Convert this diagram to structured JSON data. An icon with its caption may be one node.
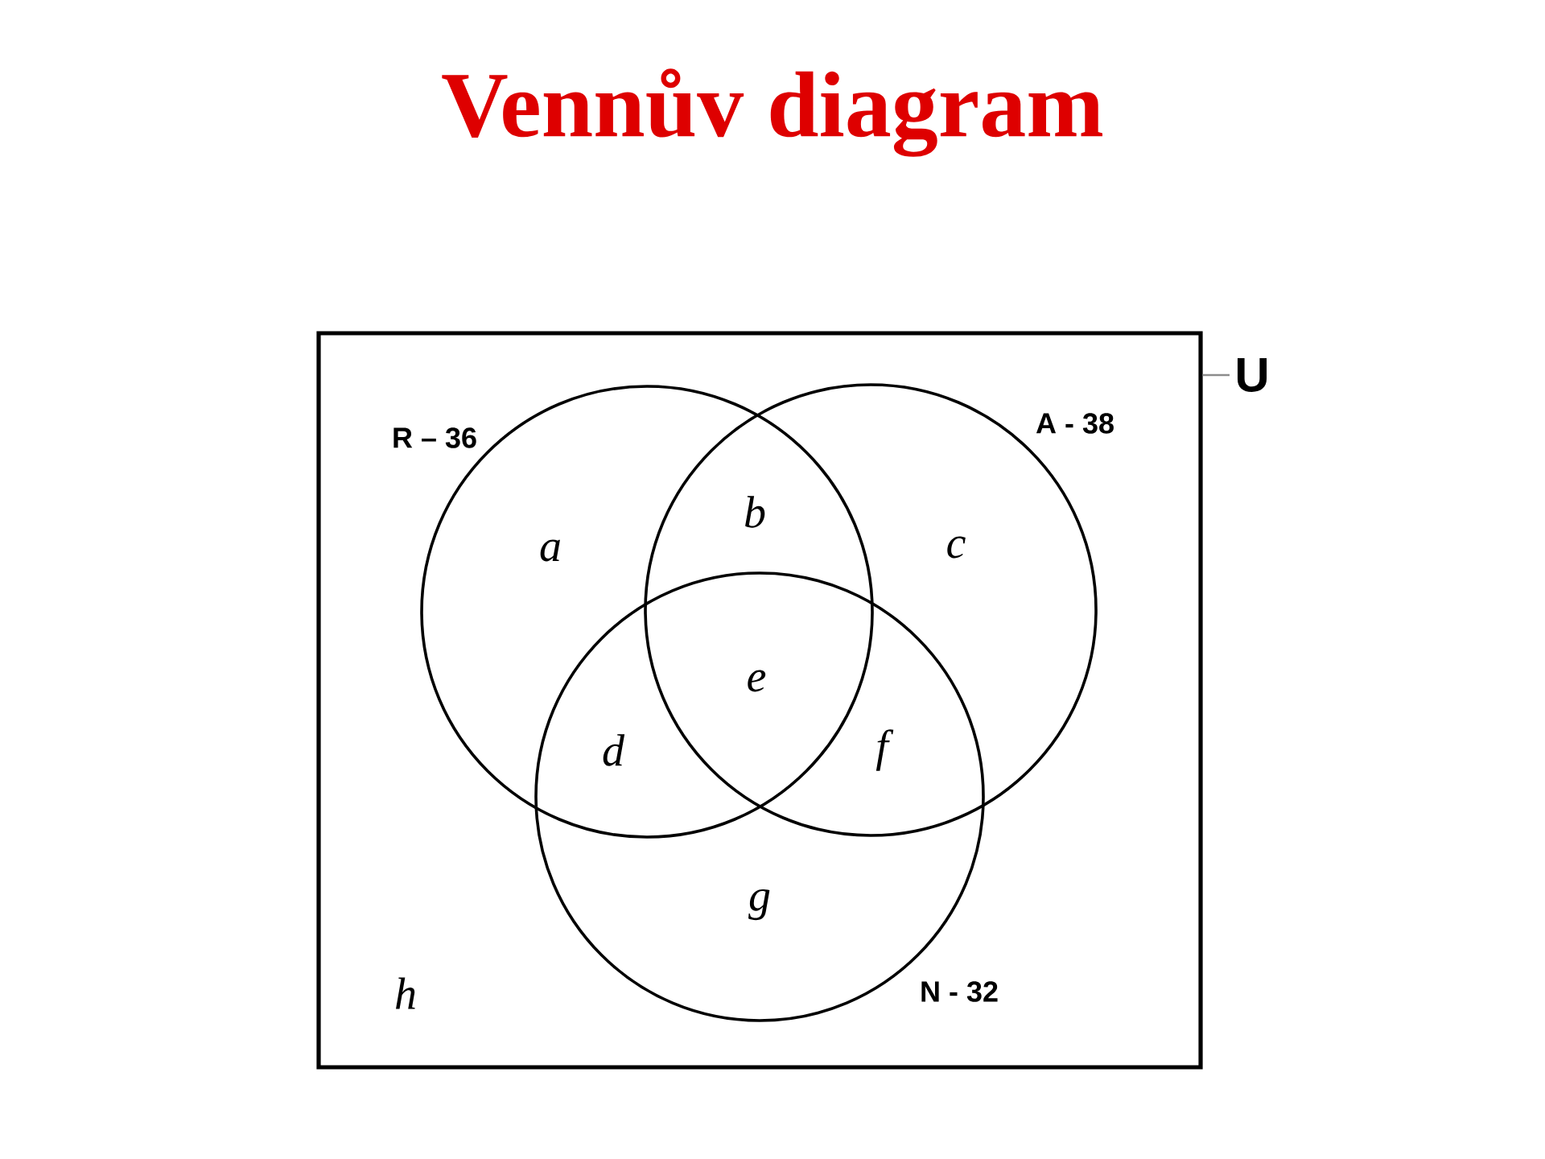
{
  "diagram": {
    "title": "Vennův diagram",
    "nodes": [
      {
        "text": [],
        "shape": "box"
      },
      {
        "text": [
          "R – 36"
        ],
        "in": 0
      },
      {
        "text": [
          "A - 38"
        ],
        "in": 0
      },
      {
        "text": [
          "N - 32"
        ],
        "in": 0
      },
      {
        "text": [
          "U"
        ]
      }
    ],
    "edges": [
      {
        "from": 4,
        "to": 0,
        "arrow": "none"
      }
    ],
    "labels": [
      "b",
      "a",
      "c",
      "e",
      "d",
      "f",
      "g",
      "h"
    ]
  }
}
